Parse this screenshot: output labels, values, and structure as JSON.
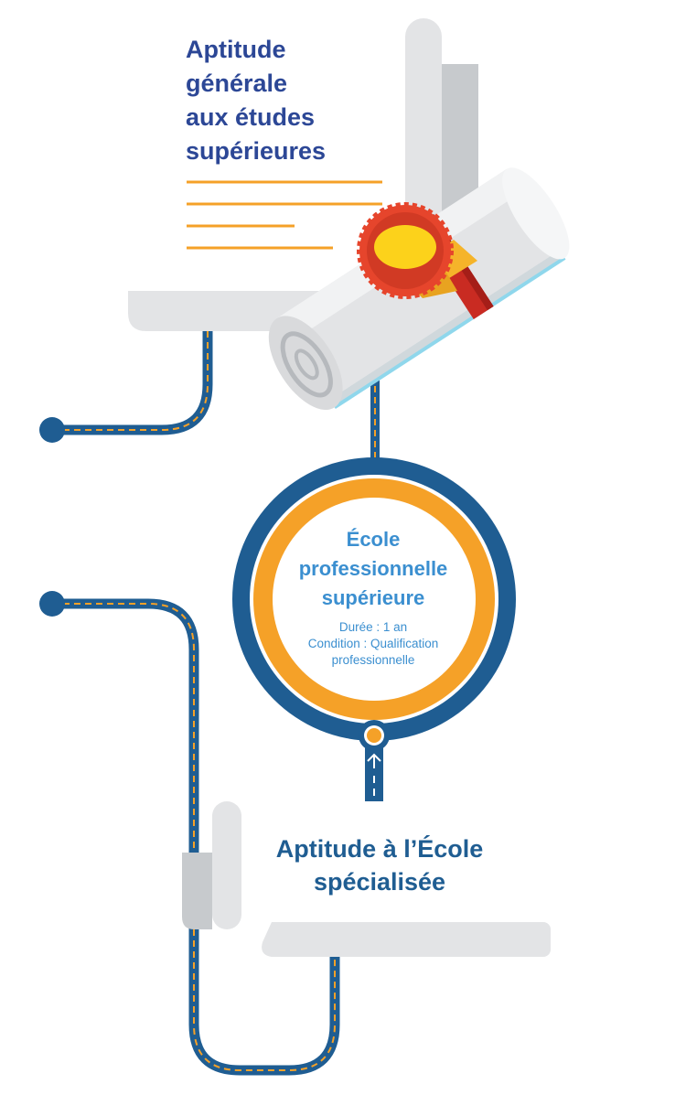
{
  "colors": {
    "dark_blue": "#1f5d92",
    "title_blue": "#2c4796",
    "light_blue": "#3b8fd0",
    "orange": "#f5a128",
    "gray": "#e3e4e6",
    "dark_gray": "#c7cacd",
    "seal_red": "#e6452c",
    "seal_yellow": "#fcd21b"
  },
  "top_document": {
    "title_lines": [
      "Aptitude",
      "générale",
      "aux études",
      "supérieures"
    ]
  },
  "center_circle": {
    "title_lines": [
      "École",
      "professionnelle",
      "supérieure"
    ],
    "details": [
      "Durée : 1 an",
      "Condition : Qualification",
      "professionnelle"
    ]
  },
  "bottom_document": {
    "title_lines": [
      "Aptitude à l’École",
      "spécialisée"
    ]
  },
  "icons": [
    "diploma-scroll-icon",
    "seal-icon",
    "arrow-up-icon"
  ]
}
